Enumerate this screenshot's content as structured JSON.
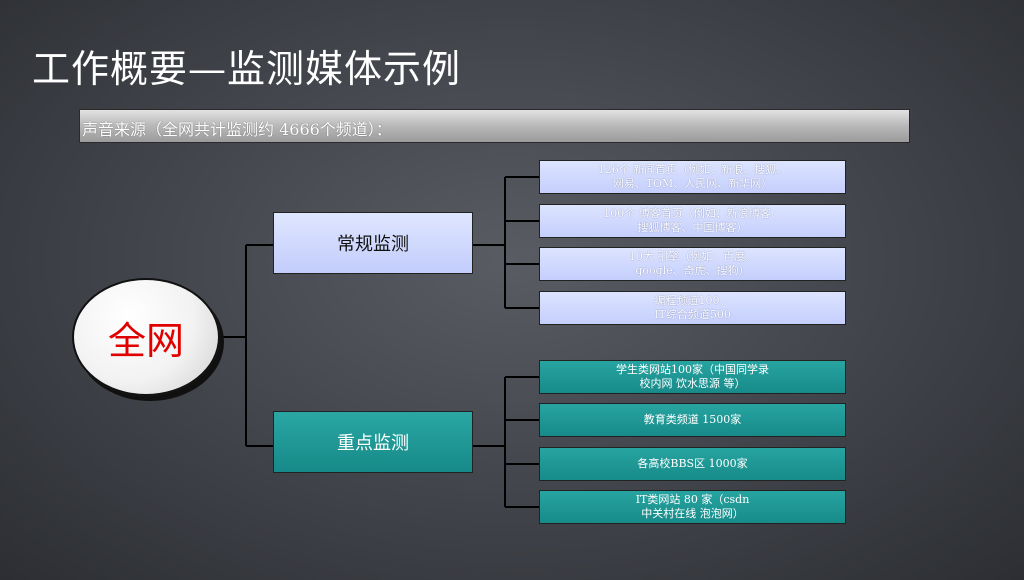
{
  "title": "工作概要—监测媒体示例",
  "subtitle": "声音来源（全网共计监测约 4666个频道）：",
  "root": {
    "label": "全网"
  },
  "branches": [
    {
      "label": "常规监测",
      "color": "#c7d1fc",
      "leaves": [
        {
          "line1": "126个 新闻首页（例如：新浪、搜狐、",
          "line2": "网易、TOM、人民网、新华网）"
        },
        {
          "line1": "100个  博客首页（例如：新浪博客、",
          "line2": "搜狐博客、中国博客）"
        },
        {
          "line1": "10大  引擎（例如：百度、",
          "line2": "google、奇虎、搜狗）"
        },
        {
          "line1": "编程频道100、",
          "line2": "IT综合频道500"
        }
      ]
    },
    {
      "label": "重点监测",
      "color": "#1e9896",
      "leaves": [
        {
          "line1": "学生类网站100家（中国同学录",
          "line2": "校内网 饮水思源 等）"
        },
        {
          "line1": "教育类频道 1500家",
          "line2": ""
        },
        {
          "line1": "各高校BBS区  1000家",
          "line2": ""
        },
        {
          "line1": "IT类网站 80  家（csdn",
          "line2": "中关村在线 泡泡网）"
        }
      ]
    }
  ]
}
